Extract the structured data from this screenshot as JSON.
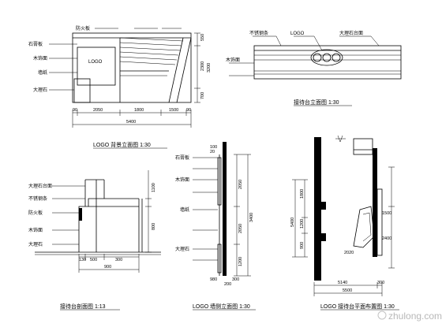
{
  "views": {
    "front_elevation": {
      "caption": "LOGO 背景立面图 1:30",
      "callouts": [
        "石膏板",
        "LOGO",
        "木饰面",
        "墙纸",
        "大理石",
        "防火板"
      ],
      "dims_h": [
        "90",
        "2050",
        "1800",
        "1500",
        "90"
      ],
      "total_h": "5400",
      "dims_v": [
        "550",
        "2300",
        "3200",
        "700"
      ]
    },
    "counter_elevation": {
      "caption": "接待台立面图 1:30",
      "callouts": [
        "不锈钢条",
        "LOGO",
        "大理石台面",
        "木饰面"
      ]
    },
    "section_a": {
      "caption": "接待台剖面图 1:13",
      "dims_h": [
        "130",
        "500",
        "300"
      ],
      "total_h": "900",
      "dims_v": [
        "1100",
        "800"
      ]
    },
    "section_b": {
      "caption": "LOGO 墙侧立面图 1:30",
      "dims_v": [
        "100",
        "20",
        "2050",
        "3400",
        "2050",
        "1200",
        "300"
      ],
      "bottom_dims": [
        "980",
        "200"
      ]
    },
    "plan": {
      "caption": "LOGO 接待台平面布置图 1:30",
      "dims_v": [
        "1800",
        "5400",
        "1200",
        "900",
        "1500",
        "2400"
      ],
      "dims_h": [
        "5140",
        "300"
      ],
      "total_h": "5500",
      "inner": "2020"
    }
  },
  "watermark": "zhulong.com"
}
